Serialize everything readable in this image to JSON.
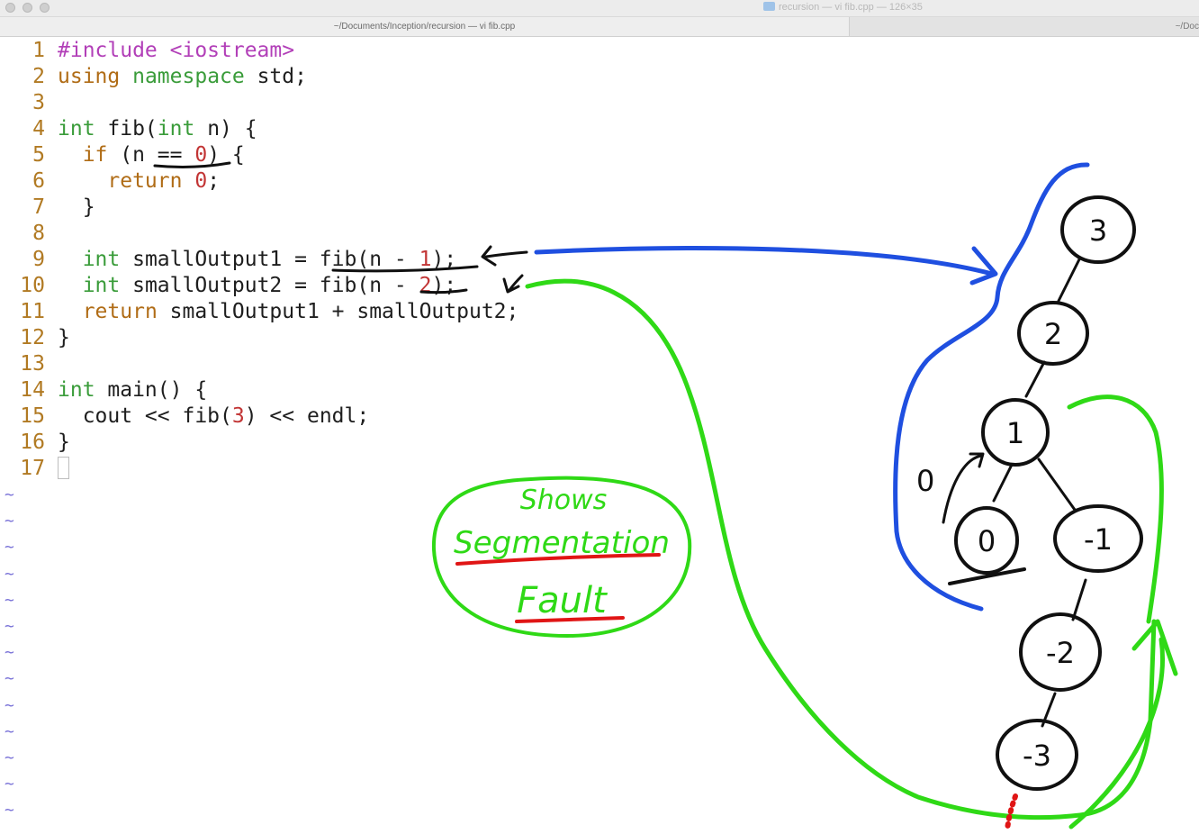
{
  "window": {
    "title": "recursion — vi fib.cpp — 126×35",
    "active_tab": "~/Documents/Inception/recursion — vi fib.cpp",
    "other_tab": "~/Doc"
  },
  "editor": {
    "lines": [
      {
        "n": "1",
        "tokens": [
          {
            "t": "#include <iostream>",
            "c": "pp"
          }
        ]
      },
      {
        "n": "2",
        "tokens": [
          {
            "t": "using",
            "c": "ctl"
          },
          {
            "t": " ",
            "c": "code"
          },
          {
            "t": "namespace",
            "c": "kw"
          },
          {
            "t": " std;",
            "c": "code"
          }
        ]
      },
      {
        "n": "3",
        "tokens": []
      },
      {
        "n": "4",
        "tokens": [
          {
            "t": "int",
            "c": "kw"
          },
          {
            "t": " fib(",
            "c": "code"
          },
          {
            "t": "int",
            "c": "kw"
          },
          {
            "t": " n) {",
            "c": "code"
          }
        ]
      },
      {
        "n": "5",
        "tokens": [
          {
            "t": "  ",
            "c": "code"
          },
          {
            "t": "if",
            "c": "ctl"
          },
          {
            "t": " (n == ",
            "c": "code"
          },
          {
            "t": "0",
            "c": "num"
          },
          {
            "t": ") {",
            "c": "code"
          }
        ]
      },
      {
        "n": "6",
        "tokens": [
          {
            "t": "    ",
            "c": "code"
          },
          {
            "t": "return",
            "c": "ctl"
          },
          {
            "t": " ",
            "c": "code"
          },
          {
            "t": "0",
            "c": "num"
          },
          {
            "t": ";",
            "c": "code"
          }
        ]
      },
      {
        "n": "7",
        "tokens": [
          {
            "t": "  }",
            "c": "code"
          }
        ]
      },
      {
        "n": "8",
        "tokens": []
      },
      {
        "n": "9",
        "tokens": [
          {
            "t": "  ",
            "c": "code"
          },
          {
            "t": "int",
            "c": "kw"
          },
          {
            "t": " smallOutput1 = fib(n - ",
            "c": "code"
          },
          {
            "t": "1",
            "c": "num"
          },
          {
            "t": ");",
            "c": "code"
          }
        ]
      },
      {
        "n": "10",
        "tokens": [
          {
            "t": "  ",
            "c": "code"
          },
          {
            "t": "int",
            "c": "kw"
          },
          {
            "t": " smallOutput2 = fib(n - ",
            "c": "code"
          },
          {
            "t": "2",
            "c": "num"
          },
          {
            "t": ");",
            "c": "code"
          }
        ]
      },
      {
        "n": "11",
        "tokens": [
          {
            "t": "  ",
            "c": "code"
          },
          {
            "t": "return",
            "c": "ctl"
          },
          {
            "t": " smallOutput1 + smallOutput2;",
            "c": "code"
          }
        ]
      },
      {
        "n": "12",
        "tokens": [
          {
            "t": "}",
            "c": "code"
          }
        ]
      },
      {
        "n": "13",
        "tokens": []
      },
      {
        "n": "14",
        "tokens": [
          {
            "t": "int",
            "c": "kw"
          },
          {
            "t": " main() {",
            "c": "code"
          }
        ]
      },
      {
        "n": "15",
        "tokens": [
          {
            "t": "  cout << fib(",
            "c": "code"
          },
          {
            "t": "3",
            "c": "num"
          },
          {
            "t": ") << endl;",
            "c": "code"
          }
        ]
      },
      {
        "n": "16",
        "tokens": [
          {
            "t": "}",
            "c": "code"
          }
        ]
      },
      {
        "n": "17",
        "tokens": [],
        "cursor": true
      }
    ],
    "tilde_rows": 14,
    "tilde_char": "~"
  },
  "annotations": {
    "note_line1": "Shows",
    "note_line2": "Segmentation",
    "note_line3": "Fault",
    "side_zero": "0",
    "tree_nodes": [
      {
        "id": "n3",
        "label": "3"
      },
      {
        "id": "n2",
        "label": "2"
      },
      {
        "id": "n1",
        "label": "1"
      },
      {
        "id": "n0",
        "label": "0"
      },
      {
        "id": "nm1",
        "label": "-1"
      },
      {
        "id": "nm2",
        "label": "-2"
      },
      {
        "id": "nm3",
        "label": "-3"
      }
    ],
    "colors": {
      "blue_pen": "#1f4fe0",
      "green_pen": "#2fd916",
      "black_pen": "#101010",
      "red_pen": "#e01515"
    }
  }
}
